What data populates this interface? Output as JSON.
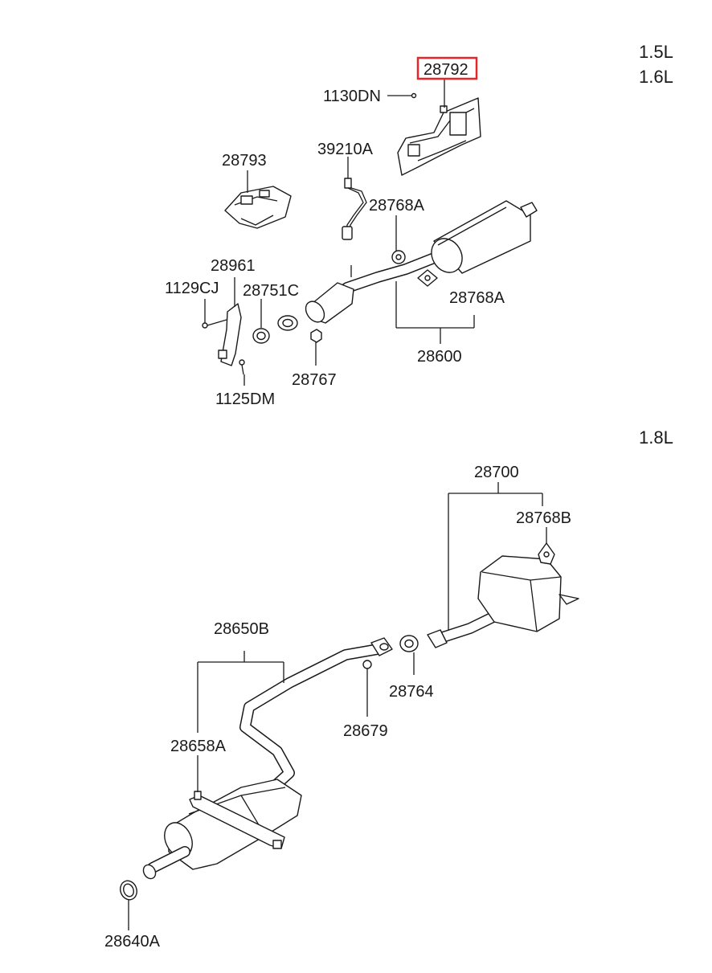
{
  "engines": {
    "upper_1": "1.5L",
    "upper_2": "1.6L",
    "lower": "1.8L"
  },
  "highlight_color": "#e8262a",
  "labels": {
    "p28792": "28792",
    "p1130DN": "1130DN",
    "p28793": "28793",
    "p39210A": "39210A",
    "p28768A_top": "28768A",
    "p28961": "28961",
    "p1129CJ": "1129CJ",
    "p28751C": "28751C",
    "p28768A_mid": "28768A",
    "p28600": "28600",
    "p28767": "28767",
    "p1125DM": "1125DM",
    "p28700": "28700",
    "p28768B": "28768B",
    "p28650B": "28650B",
    "p28764": "28764",
    "p28679": "28679",
    "p28658A": "28658A",
    "p28640A": "28640A"
  }
}
